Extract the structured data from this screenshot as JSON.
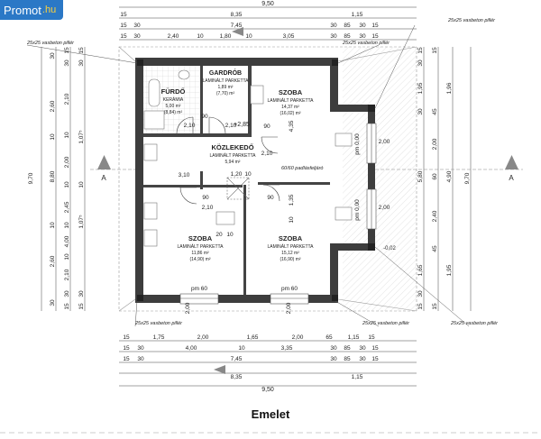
{
  "brand": {
    "name": "Promot",
    "suffix": ".hu"
  },
  "caption": "Emelet",
  "rooms": [
    {
      "id": "furdo",
      "name": "FÜRDŐ",
      "floor": "KERÁMIA",
      "area": "5,00 m²",
      "perim": "(8,84) m²"
    },
    {
      "id": "gardrob",
      "name": "GARDRÓB",
      "floor": "LAMINÁLT PARKETTA",
      "area": "1,89 m²",
      "perim": "(7,70) m²"
    },
    {
      "id": "szoba1",
      "name": "SZOBA",
      "floor": "LAMINÁLT PARKETTA",
      "area": "14,37 m²",
      "perim": "(16,02) m²"
    },
    {
      "id": "kozlekedo",
      "name": "KÖZLEKEDŐ",
      "floor": "LAMINÁLT PARKETTA",
      "area": "5,94 m²",
      "perim": ""
    },
    {
      "id": "szoba2",
      "name": "SZOBA",
      "floor": "LAMINÁLT PARKETTA",
      "area": "11,86 m²",
      "perim": "(14,90) m²"
    },
    {
      "id": "szoba3",
      "name": "SZOBA",
      "floor": "LAMINÁLT PARKETTA",
      "area": "15,12 m²",
      "perim": "(16,90) m²"
    }
  ],
  "annotations": {
    "pillar": "25x25 vasbeton pillér",
    "hatch": "60/60 padlásfeljáró",
    "level": "+2,85",
    "level2": "-0,02",
    "window_pm": "pm 0,00",
    "window_pm60": "pm 60",
    "section": "A",
    "window_dim": "2,00"
  },
  "dims": {
    "top_total": "9,50",
    "top_row2": [
      "15",
      "8,35",
      "1,15"
    ],
    "top_row3": [
      "15",
      "30",
      "7,45",
      "30",
      "85",
      "30",
      "15"
    ],
    "top_row4": [
      "15",
      "30",
      "2,40",
      "10",
      "1,80",
      "10",
      "3,05",
      "30",
      "85",
      "30",
      "15"
    ],
    "bottom_row1": [
      "15",
      "1,75",
      "2,00",
      "1,65",
      "2,00",
      "65",
      "1,15",
      "15"
    ],
    "bottom_row2": [
      "15",
      "30",
      "4,00",
      "10",
      "3,35",
      "30",
      "85",
      "30",
      "15"
    ],
    "bottom_row3": [
      "15",
      "30",
      "7,45",
      "30",
      "85",
      "30",
      "15"
    ],
    "bottom_row4": [
      "8,35",
      "1,15"
    ],
    "bottom_total": "9,50",
    "left_total": "9,70",
    "left_col2": [
      "30",
      "2,60",
      "10",
      "8,80",
      "10",
      "2,60",
      "30"
    ],
    "left_col3": [
      "15",
      "30",
      "2,10",
      "10",
      "2,00",
      "10",
      "2,45",
      "10",
      "4,00",
      "10",
      "2,10",
      "30",
      "15"
    ],
    "left_col4": [
      "15",
      "30",
      "1,07⁵",
      "10",
      "1,07⁵",
      "30",
      "15"
    ],
    "right_total": "9,70",
    "right_col2": [
      "15",
      "30",
      "1,95",
      "30",
      "5,80",
      "1,65",
      "30",
      "15"
    ],
    "right_col3": [
      "1,96",
      "4,90",
      "1,95"
    ],
    "right_col4": [
      "15",
      "45",
      "2,00",
      "60",
      "2,40",
      "45",
      "15"
    ],
    "inner": [
      "2,10",
      "90",
      "2,10",
      "90",
      "1,20",
      "10",
      "3,10",
      "4,35",
      "1,35",
      "10",
      "20",
      "10",
      "2,10",
      "2,10"
    ]
  }
}
